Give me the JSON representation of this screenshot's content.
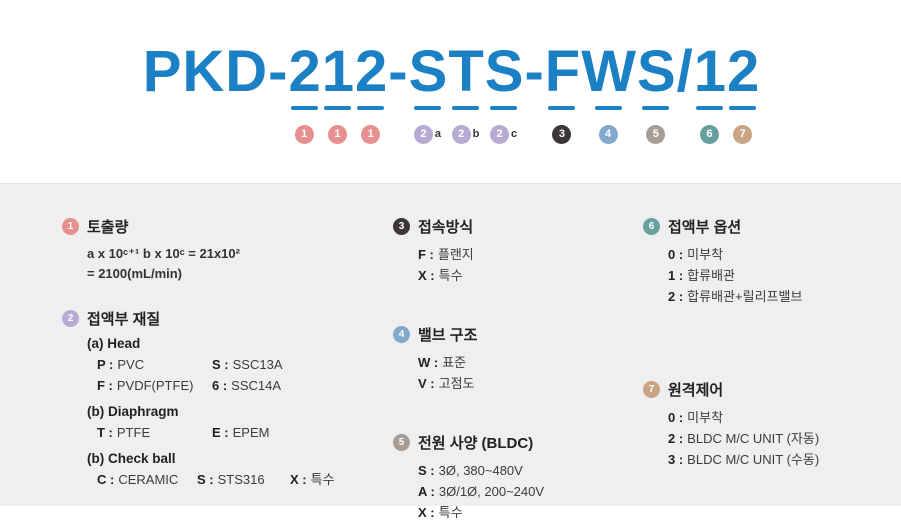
{
  "model_code": "PKD-212-STS-FWS/12",
  "colors": {
    "title_blue": "#1b80c4",
    "badge_1": "#e8908f",
    "badge_2": "#b7abd3",
    "badge_3": "#3b3737",
    "badge_4": "#82a9cc",
    "badge_5": "#a59d96",
    "badge_6": "#68a09e",
    "badge_7": "#c8a585",
    "panel_bg": "#efefef"
  },
  "model": {
    "chars": [
      {
        "c": "P"
      },
      {
        "c": "K"
      },
      {
        "c": "D"
      },
      {
        "c": "-"
      },
      {
        "c": "2",
        "badge": "1"
      },
      {
        "c": "1",
        "badge": "1"
      },
      {
        "c": "2",
        "badge": "1"
      },
      {
        "c": "-"
      },
      {
        "c": "S",
        "badge": "2",
        "sub": "a"
      },
      {
        "c": "T",
        "badge": "2",
        "sub": "b"
      },
      {
        "c": "S",
        "badge": "2",
        "sub": "c"
      },
      {
        "c": "-"
      },
      {
        "c": "F",
        "badge": "3"
      },
      {
        "c": "W",
        "badge": "4"
      },
      {
        "c": "S",
        "badge": "5"
      },
      {
        "c": "/"
      },
      {
        "c": "1",
        "badge": "6"
      },
      {
        "c": "2",
        "badge": "7"
      }
    ]
  },
  "legend": {
    "col1": {
      "i1": {
        "num": "1",
        "title": "토출량",
        "lines": [
          "a x 10ᶜ⁺¹ b x 10ᶜ = 21x10²",
          "= 2100(mL/min)"
        ]
      },
      "i2": {
        "num": "2",
        "title": "접액부 재질",
        "groups": [
          {
            "label": "(a) Head",
            "rows": [
              [
                {
                  "k": "P :",
                  "v": "PVC"
                },
                {
                  "k": "S :",
                  "v": "SSC13A"
                }
              ],
              [
                {
                  "k": "F :",
                  "v": "PVDF(PTFE)"
                },
                {
                  "k": "6 :",
                  "v": "SSC14A"
                }
              ]
            ]
          },
          {
            "label": "(b) Diaphragm",
            "rows": [
              [
                {
                  "k": "T :",
                  "v": "PTFE"
                },
                {
                  "k": "E :",
                  "v": "EPEM"
                }
              ]
            ]
          },
          {
            "label": "(b) Check ball",
            "rows": [
              [
                {
                  "k": "C :",
                  "v": "CERAMIC"
                },
                {
                  "k": "S :",
                  "v": "STS316"
                },
                {
                  "k": "X :",
                  "v": "특수"
                }
              ]
            ]
          }
        ]
      }
    },
    "col2": {
      "i3": {
        "num": "3",
        "title": "접속방식",
        "lines": [
          {
            "k": "F :",
            "v": "플랜지"
          },
          {
            "k": "X :",
            "v": "특수"
          }
        ]
      },
      "i4": {
        "num": "4",
        "title": "밸브 구조",
        "lines": [
          {
            "k": "W :",
            "v": "표준"
          },
          {
            "k": "V :",
            "v": "고점도"
          }
        ]
      },
      "i5": {
        "num": "5",
        "title": "전원 사양 (BLDC)",
        "lines": [
          {
            "k": "S :",
            "v": "3Ø, 380~480V"
          },
          {
            "k": "A :",
            "v": "3Ø/1Ø, 200~240V"
          },
          {
            "k": "X :",
            "v": "특수"
          }
        ]
      }
    },
    "col3": {
      "i6": {
        "num": "6",
        "title": "접액부 옵션",
        "lines": [
          {
            "k": "0 :",
            "v": "미부착"
          },
          {
            "k": "1 :",
            "v": "합류배관"
          },
          {
            "k": "2 :",
            "v": "합류배관+릴리프밸브"
          }
        ]
      },
      "i7": {
        "num": "7",
        "title": "원격제어",
        "lines": [
          {
            "k": "0 :",
            "v": "미부착"
          },
          {
            "k": "2 :",
            "v": "BLDC M/C UNIT (자동)"
          },
          {
            "k": "3 :",
            "v": "BLDC M/C UNIT (수동)"
          }
        ]
      }
    }
  }
}
